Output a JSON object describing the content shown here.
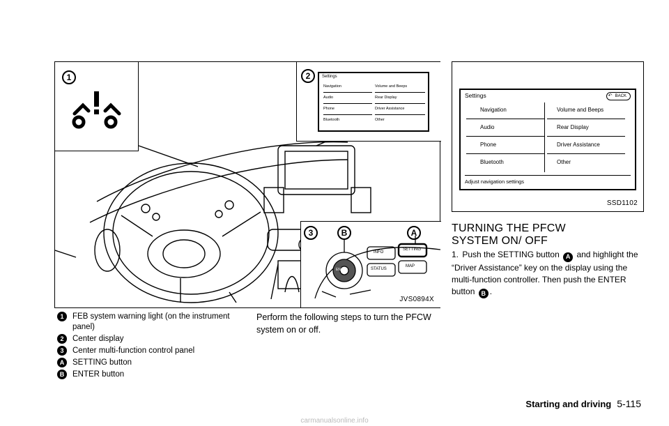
{
  "figure_left": {
    "code": "JVS0894X",
    "callouts": {
      "c1": "1",
      "c2": "2",
      "c3": "3",
      "cA": "A",
      "cB": "B"
    },
    "inset_settings": {
      "title": "Settings",
      "left_items": [
        "Navigation",
        "Audio",
        "Phone",
        "Bluetooth"
      ],
      "right_items": [
        "Volume and Beeps",
        "Rear Display",
        "Driver Assistance",
        "Other"
      ]
    },
    "controller": {
      "enter": "ENTER",
      "setting": "SETTING",
      "status": "STATUS",
      "info": "INFO",
      "map": "MAP"
    }
  },
  "legend": [
    {
      "mark": "1",
      "text": "FEB system warning light (on the instrument panel)"
    },
    {
      "mark": "2",
      "text": "Center display"
    },
    {
      "mark": "3",
      "text": "Center multi-function control panel"
    },
    {
      "mark": "A",
      "text": "SETTING button"
    },
    {
      "mark": "B",
      "text": "ENTER button"
    }
  ],
  "body_middle": "Perform the following steps to turn the PFCW system on or off.",
  "figure_right": {
    "code": "SSD1102",
    "title": "Settings",
    "back": "BACK",
    "left_items": [
      "Navigation",
      "Audio",
      "Phone",
      "Bluetooth"
    ],
    "right_items": [
      "Volume and Beeps",
      "Rear Display",
      "Driver Assistance",
      "Other"
    ],
    "status": "Adjust navigation settings"
  },
  "section": {
    "heading": "TURNING THE PFCW SYSTEM ON/ OFF",
    "step_num": "1.",
    "step_a": "Push the SETTING button",
    "mark_a": "A",
    "step_b": "and highlight the “Driver Assistance” key on the display using the multi-function controller. Then push the ENTER button",
    "mark_b": "B",
    "step_end": "."
  },
  "footer": {
    "title": "Starting and driving",
    "page": "5-115"
  },
  "watermark": "carmanualsonline.info"
}
